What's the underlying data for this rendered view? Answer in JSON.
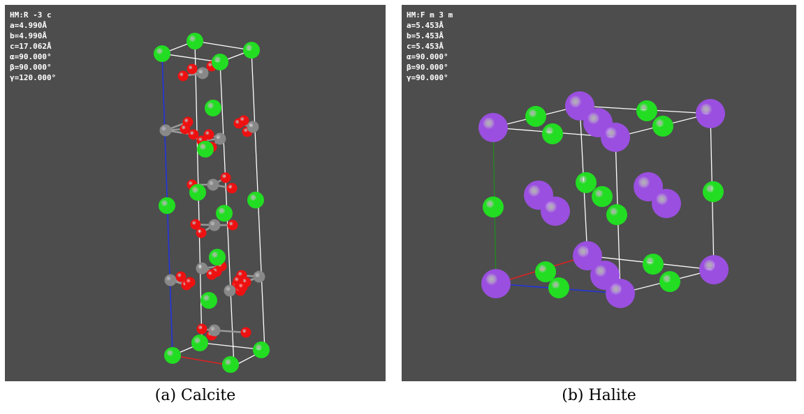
{
  "panels": [
    {
      "id": "calcite",
      "lattice_info": [
        "HM:R -3 c",
        "a=4.990Å",
        "b=4.990Å",
        "c=17.062Å",
        "α=90.000°",
        "β=90.000°",
        "γ=120.000°"
      ],
      "caption": "(a) Calcite"
    },
    {
      "id": "halite",
      "lattice_info": [
        "HM:F m 3 m",
        "a=5.453Å",
        "b=5.453Å",
        "c=5.453Å",
        "α=90.000°",
        "β=90.000°",
        "γ=90.000°"
      ],
      "caption": "(b) Halite"
    }
  ],
  "colors": {
    "background": "#4d4d4d",
    "calcium_atom": "#22dd22",
    "oxygen_atom": "#ee1111",
    "carbon_atom": "#888888",
    "sodium_atom": "#9a4fe0",
    "chlorine_atom": "#22dd22",
    "cell_edge": "#ffffff",
    "axis_a": "#dd2222",
    "axis_b": "#2233dd",
    "axis_c": "#228822"
  }
}
